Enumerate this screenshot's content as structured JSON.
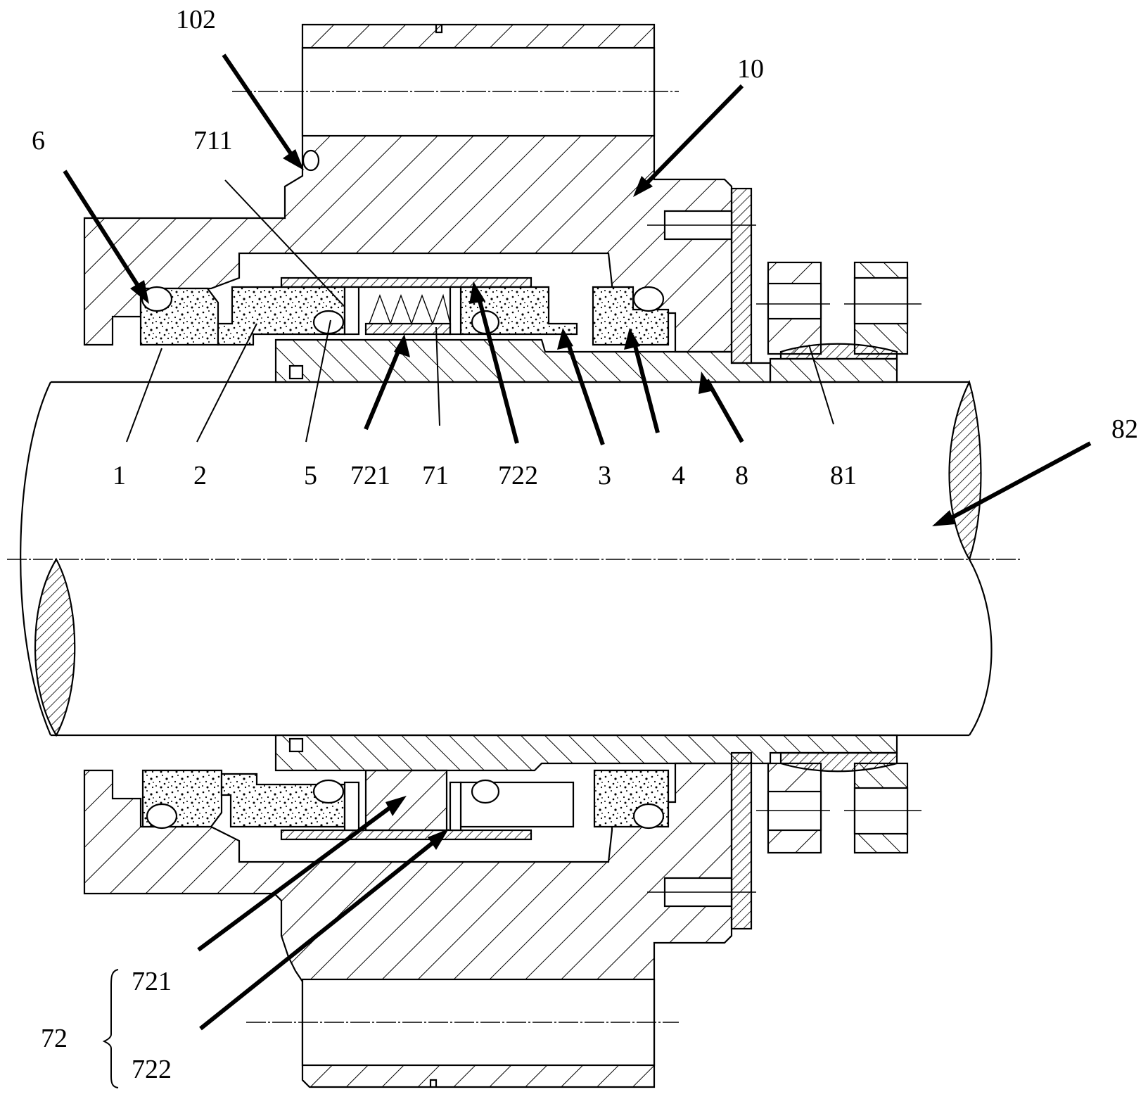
{
  "figure": {
    "type": "mechanical seal cross-section",
    "line_color": "#000000",
    "background": "#ffffff"
  },
  "labels": {
    "l102": "102",
    "l10": "10",
    "l6": "6",
    "l711": "711",
    "l1": "1",
    "l2": "2",
    "l5": "5",
    "l721": "721",
    "l71": "71",
    "l722": "722",
    "l3": "3",
    "l4": "4",
    "l8": "8",
    "l81": "81",
    "l82": "82",
    "l721_bottom": "721",
    "l722_bottom": "722",
    "l72": "72"
  },
  "parts": [
    {
      "id": "1",
      "role": "stationary ring"
    },
    {
      "id": "2",
      "role": "rotating ring"
    },
    {
      "id": "3",
      "role": "rotating ring"
    },
    {
      "id": "4",
      "role": "stationary ring"
    },
    {
      "id": "5",
      "role": "o-ring"
    },
    {
      "id": "6",
      "role": "o-ring"
    },
    {
      "id": "8",
      "role": "shaft sleeve"
    },
    {
      "id": "10",
      "role": "gland / housing"
    },
    {
      "id": "71",
      "role": "spring"
    },
    {
      "id": "72",
      "role": "spring seat assembly",
      "children": [
        "721",
        "722"
      ]
    },
    {
      "id": "81",
      "role": "locking collar"
    },
    {
      "id": "82",
      "role": "shaft"
    },
    {
      "id": "102",
      "role": "housing o-ring"
    },
    {
      "id": "711",
      "role": "spring retainer"
    }
  ]
}
